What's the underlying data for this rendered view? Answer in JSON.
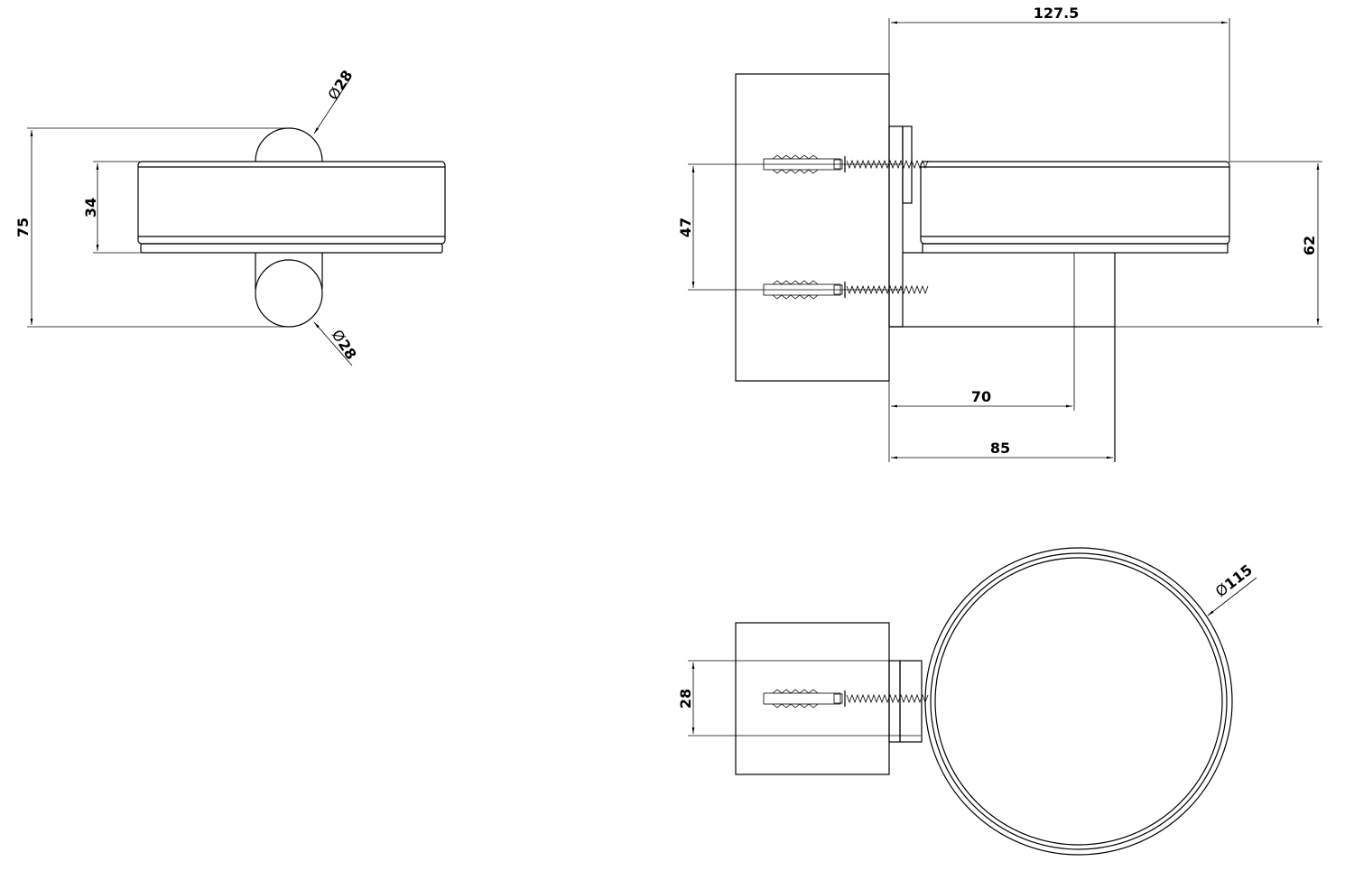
{
  "drawing": {
    "front_view": {
      "overall_height": "75",
      "dish_height": "34",
      "top_diameter_symbol": "Ø",
      "top_diameter": "28",
      "bottom_diameter_symbol": "Ø",
      "bottom_diameter": "28"
    },
    "side_view": {
      "overall_depth": "127.5",
      "fixing_spacing": "47",
      "total_height": "62",
      "post_axis_depth": "70",
      "post_outer_depth": "85"
    },
    "top_view": {
      "fixing_width": "28",
      "dish_diameter_symbol": "Ø",
      "dish_diameter": "115"
    }
  }
}
